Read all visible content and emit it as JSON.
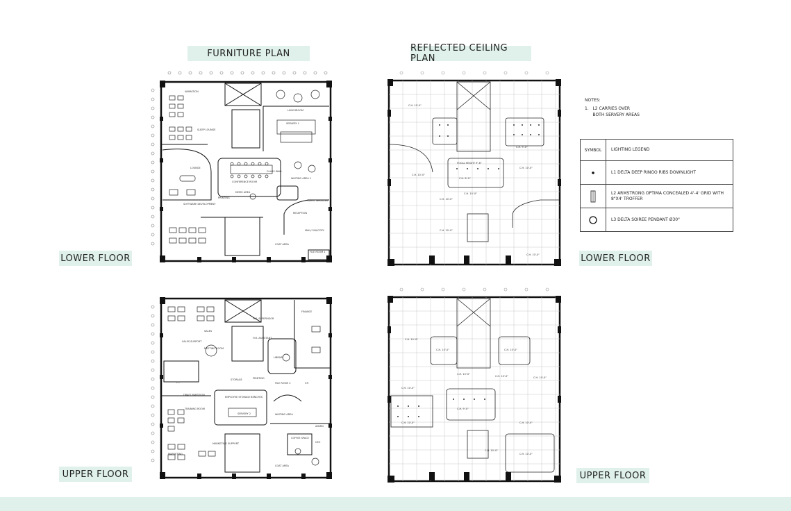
{
  "titles": {
    "furniture": "FURNITURE PLAN",
    "ceiling": "REFLECTED CEILING PLAN"
  },
  "floors": {
    "lower_left": "LOWER FLOOR",
    "lower_right": "LOWER FLOOR",
    "upper_left": "UPPER FLOOR",
    "upper_right": "UPPER FLOOR"
  },
  "notes": {
    "heading": "NOTES:",
    "line1": "1.   L2 CARRIES OVER",
    "line2": "      BOTH SERVERY AREAS"
  },
  "legend": {
    "symbol_header": "SYMBOL",
    "title": "LIGHTING LEGEND",
    "rows": [
      {
        "icon": "downlight-dot-icon",
        "text": "L1  DELTA DEEP RINGO RIBS DOWNLIGHT"
      },
      {
        "icon": "troffer-icon",
        "text": "L2  ARMSTRONG OPTIMA CONCEALED 4'-4' GRID WITH 8\"X4' TROFFER"
      },
      {
        "icon": "pendant-circle-icon",
        "text": "L3  DELTA SOIREE PENDANT Ø30\""
      }
    ]
  },
  "lower_furniture_rooms": {
    "animation": "ANIMATION",
    "lunchroom": "LUNCHROOM",
    "servery1": "SERVERY 1",
    "sleep": "SLEEP LOUNGE",
    "conference": "CONFERENCE ROOM",
    "glass_wall": "GLASS WALL",
    "lounge": "LOUNGE",
    "demo": "DEMO AREA",
    "printing": "PRINTING",
    "waiting": "WAITING AREA 1",
    "guest": "GUEST SERVICES",
    "software": "SOFTWARE DEVELOPMENT",
    "reception": "RECEPTION",
    "mail": "MAIL/ FAX/COPY",
    "coat": "COAT AREA",
    "file": "FILE ROOM 1"
  },
  "upper_furniture_rooms": {
    "sales": "SALES",
    "sales_support": "SALES SUPPORT",
    "meeting": "MEETING ROOM",
    "hr_supervisor": "H.R. SUPERVISOR",
    "hr_assistant": "H.R. ASSISTANT",
    "finance": "FINANCE",
    "library": "LIBRARY",
    "it": "I.T.",
    "drafting": "DRAFT PARTITION",
    "storage": "STORAGE",
    "printing": "PRINTING",
    "file2": "FILE ROOM 2",
    "vp": "V.P.",
    "training": "TRAINING ROOM",
    "employee_storage": "EMPLOYEE STORAGE BENCHES",
    "servery2": "SERVERY 2",
    "waiting": "WAITING AREA",
    "admin": "ADMIN",
    "marketing": "MARKETING",
    "marketing_support": "MARKETING SUPPORT",
    "coffee": "COFFEE SPACE",
    "ceo": "CEO",
    "coat": "COAT AREA"
  },
  "ceiling_labels": {
    "ch10": "C.H. 10'-0\"",
    "ch9": "C.H. 9'-0\"",
    "focal": "FOCAL HEIGHT 9'-6\"",
    "ch8": "C.H. 8'-0\""
  }
}
